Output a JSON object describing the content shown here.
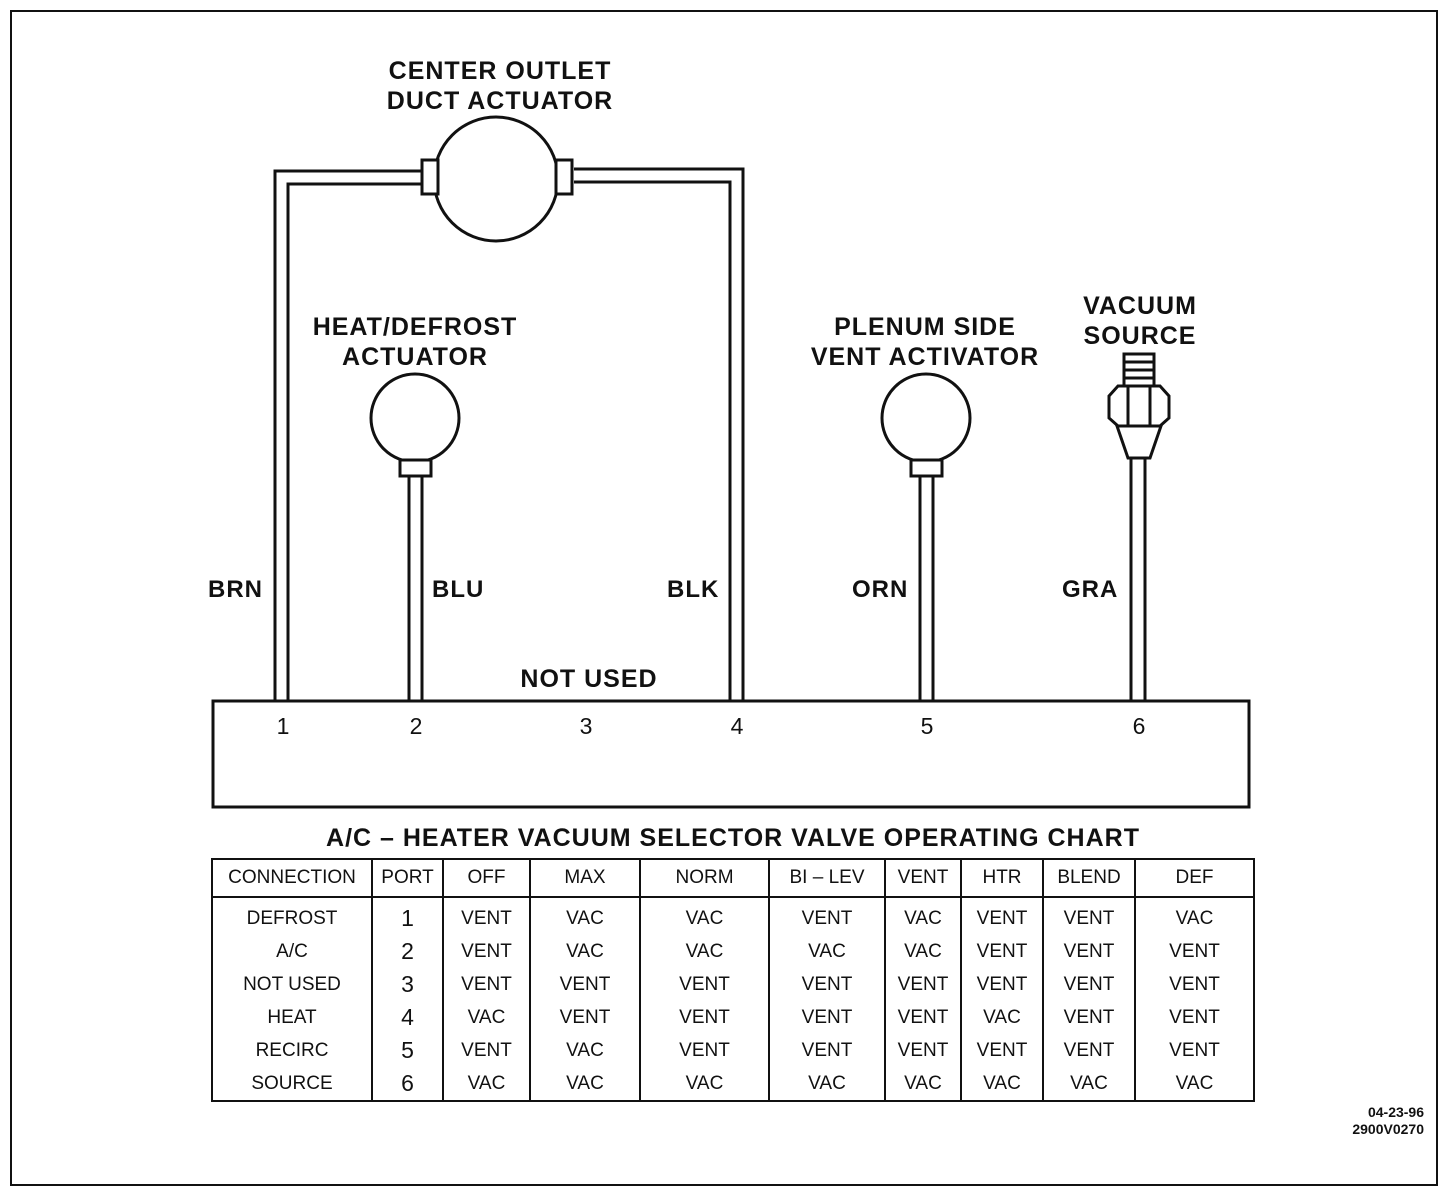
{
  "labels": {
    "center_outlet": [
      "CENTER OUTLET",
      "DUCT ACTUATOR"
    ],
    "heat_defrost": [
      "HEAT/DEFROST",
      "ACTUATOR"
    ],
    "plenum_side": [
      "PLENUM SIDE",
      "VENT ACTIVATOR"
    ],
    "vacuum_source": [
      "VACUUM",
      "SOURCE"
    ],
    "not_used": "NOT USED"
  },
  "wires": {
    "brn": "BRN",
    "blu": "BLU",
    "blk": "BLK",
    "orn": "ORN",
    "gra": "GRA"
  },
  "ports": [
    "1",
    "2",
    "3",
    "4",
    "5",
    "6"
  ],
  "chart": {
    "title": "A/C – HEATER VACUUM SELECTOR VALVE OPERATING CHART",
    "headers": [
      "CONNECTION",
      "PORT",
      "OFF",
      "MAX",
      "NORM",
      "BI – LEV",
      "VENT",
      "HTR",
      "BLEND",
      "DEF"
    ],
    "rows": [
      [
        "DEFROST",
        "1",
        "VENT",
        "VAC",
        "VAC",
        "VENT",
        "VAC",
        "VENT",
        "VENT",
        "VAC"
      ],
      [
        "A/C",
        "2",
        "VENT",
        "VAC",
        "VAC",
        "VAC",
        "VAC",
        "VENT",
        "VENT",
        "VENT"
      ],
      [
        "NOT USED",
        "3",
        "VENT",
        "VENT",
        "VENT",
        "VENT",
        "VENT",
        "VENT",
        "VENT",
        "VENT"
      ],
      [
        "HEAT",
        "4",
        "VAC",
        "VENT",
        "VENT",
        "VENT",
        "VENT",
        "VAC",
        "VENT",
        "VENT"
      ],
      [
        "RECIRC",
        "5",
        "VENT",
        "VAC",
        "VENT",
        "VENT",
        "VENT",
        "VENT",
        "VENT",
        "VENT"
      ],
      [
        "SOURCE",
        "6",
        "VAC",
        "VAC",
        "VAC",
        "VAC",
        "VAC",
        "VAC",
        "VAC",
        "VAC"
      ]
    ]
  },
  "footnote": [
    "04-23-96",
    "2900V0270"
  ]
}
